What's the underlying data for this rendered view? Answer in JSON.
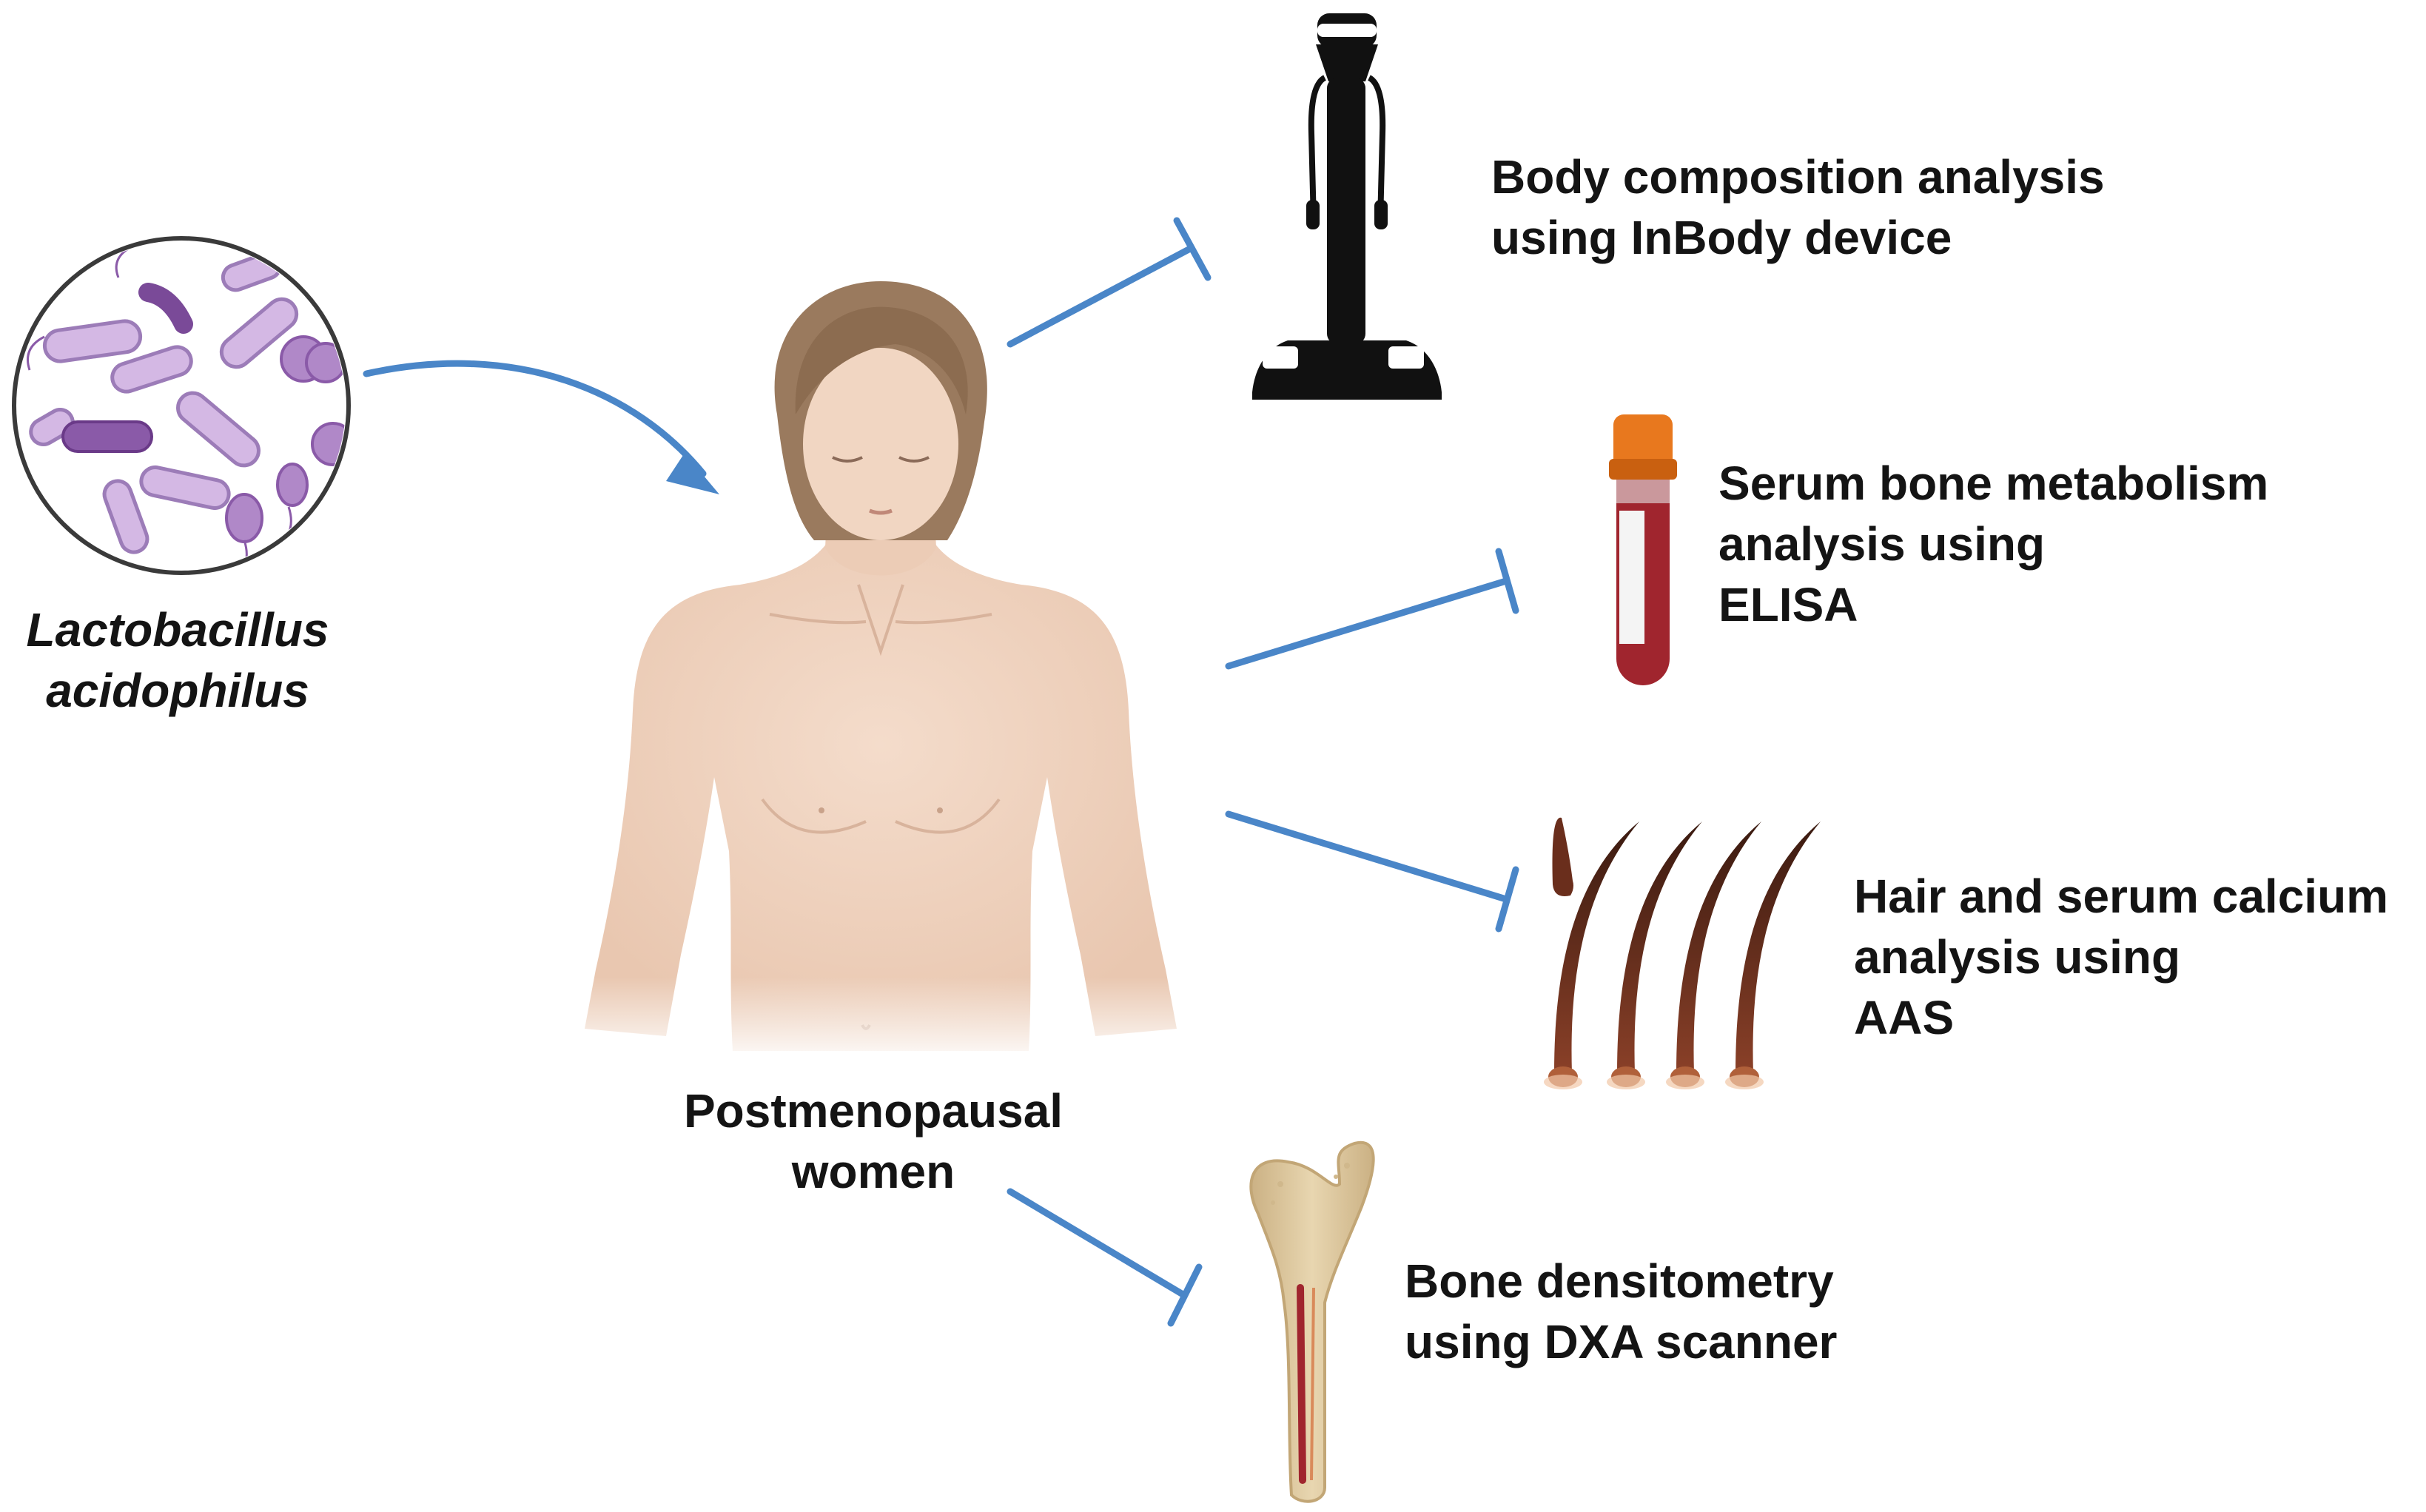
{
  "probiotic": {
    "name_line1": "Lactobacillus",
    "name_line2": "acidophilus",
    "icon": "bacteria-petri-icon"
  },
  "subject": {
    "line1": "Postmenopausal",
    "line2": "women",
    "icon": "woman-torso-icon"
  },
  "outcomes": [
    {
      "icon": "inbody-scale-icon",
      "lines": [
        "Body composition analysis",
        "using InBody device"
      ]
    },
    {
      "icon": "blood-tube-icon",
      "lines": [
        "Serum bone metabolism",
        "analysis using",
        "ELISA"
      ]
    },
    {
      "icon": "hair-follicles-icon",
      "lines": [
        "Hair and serum calcium",
        "analysis using",
        "AAS"
      ]
    },
    {
      "icon": "femur-bone-icon",
      "lines": [
        "Bone densitometry",
        "using DXA scanner"
      ]
    }
  ],
  "colors": {
    "arrow": "#4a86c8",
    "bacteria_fill": "#c8a8d8",
    "bacteria_dark": "#8a5aa8",
    "skin": "#efd3bf",
    "hair": "#9a7a5e",
    "device": "#111111",
    "blood": "#a0252e",
    "tube_cap": "#e8781e",
    "hair_strand": "#6a2e1c",
    "bone": "#d9c39a"
  }
}
